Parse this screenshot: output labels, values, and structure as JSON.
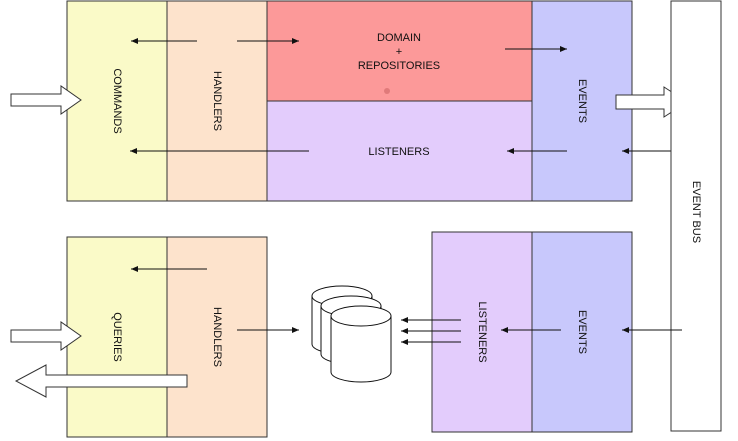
{
  "colors": {
    "commands_bg": "#fafac8",
    "handlers_bg": "#fde3cc",
    "domain_bg": "#fc9999",
    "listeners_bg": "#e3ccfc",
    "events_bg": "#c8c8fc",
    "bus_bg": "#ffffff",
    "stroke": "#333333"
  },
  "command_side": {
    "commands": "COMMANDS",
    "handlers": "HANDLERS",
    "domain": "DOMAIN",
    "plus": "+",
    "repositories": "REPOSITORIES",
    "listeners": "LISTENERS",
    "events": "EVENTS"
  },
  "event_bus": "EVENT BUS",
  "query_side": {
    "queries": "QUERIES",
    "handlers": "HANDLERS",
    "listeners": "LISTENERS",
    "events": "EVENTS"
  },
  "icons": {
    "database": "database-cylinders-icon"
  }
}
